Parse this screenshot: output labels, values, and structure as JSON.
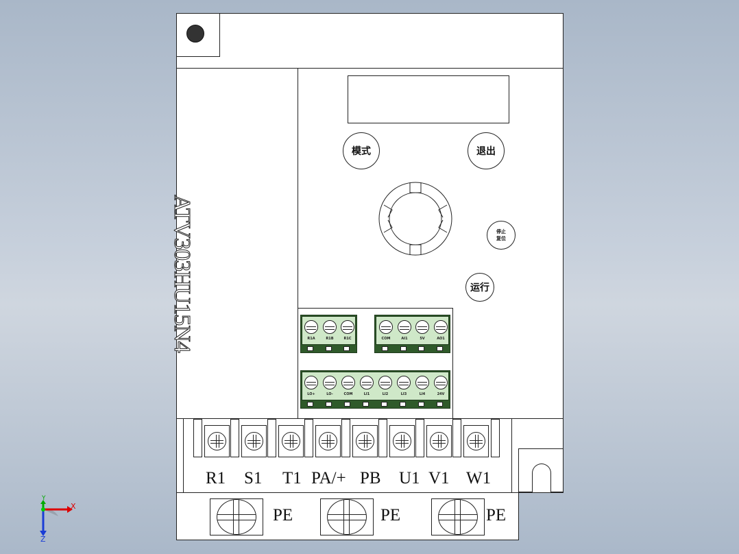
{
  "model_label": "ATV303HU15N4",
  "keypad": {
    "mode_label": "模式",
    "exit_label": "退出",
    "stop_label_line1": "停止",
    "stop_label_line2": "复位",
    "run_label": "运行"
  },
  "control_terminals": {
    "relay": [
      "R1A",
      "R1B",
      "R1C"
    ],
    "analog": [
      "COM",
      "AI1",
      "5V",
      "AO1"
    ],
    "logic": [
      "LO+",
      "LO-",
      "COM",
      "LI1",
      "LI2",
      "LI3",
      "LI4",
      "24V"
    ]
  },
  "power_terminals": [
    "R1",
    "S1",
    "T1",
    "PA/+",
    "PB",
    "U1",
    "V1",
    "W1"
  ],
  "ground_terminals": [
    "PE",
    "PE",
    "PE"
  ],
  "triad": {
    "x": "X",
    "y": "Y",
    "z": "Z"
  },
  "colors": {
    "terminal_green": "#2f5a2a",
    "terminal_panel": "#cfe8c8",
    "background": "#b8c4d3"
  }
}
